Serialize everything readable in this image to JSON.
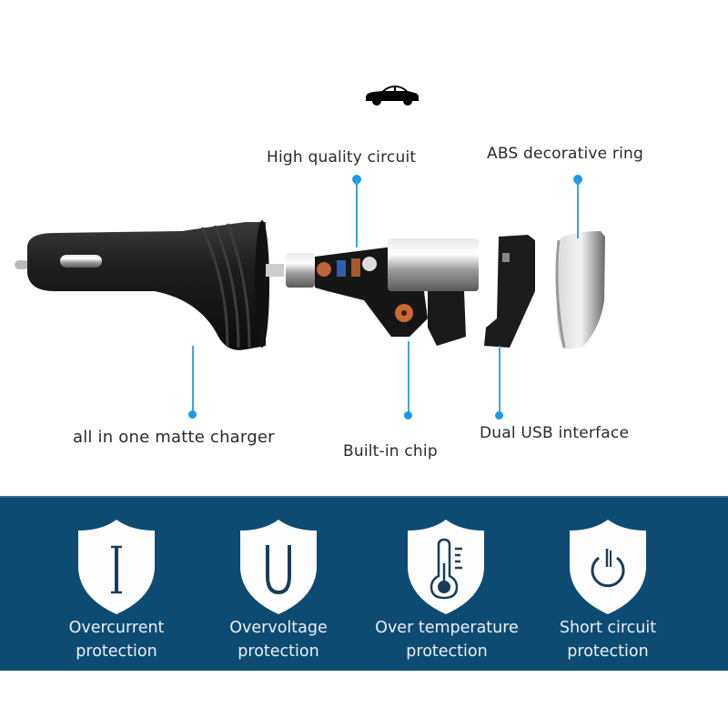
{
  "header": {
    "icon": "car-icon"
  },
  "callouts": {
    "high_quality_circuit": "High quality circuit",
    "abs_decorative_ring": "ABS decorative ring",
    "all_in_one_matte_charger": "all in one matte charger",
    "built_in_chip": "Built-in chip",
    "dual_usb_interface": "Dual USB interface"
  },
  "features": [
    {
      "icon": "current-i-icon",
      "line1": "Overcurrent",
      "line2": "protection"
    },
    {
      "icon": "voltage-u-icon",
      "line1": "Overvoltage",
      "line2": "protection"
    },
    {
      "icon": "thermometer-icon",
      "line1": "Over temperature",
      "line2": "protection"
    },
    {
      "icon": "power-icon",
      "line1": "Short circuit",
      "line2": "protection"
    }
  ],
  "colors": {
    "banner": "#0e4b73",
    "pointer": "#1d9ae6",
    "background": "#ffffff",
    "shield": "#ffffff",
    "icon_stroke": "#0e3a5a"
  }
}
